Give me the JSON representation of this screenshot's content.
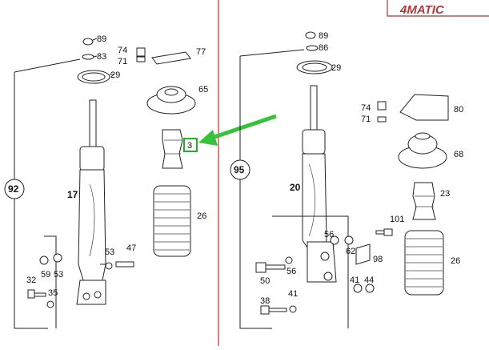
{
  "badge": {
    "text": "4MATIC"
  },
  "highlight": {
    "label": "3",
    "arrow_color": "#36c23a",
    "box_color": "#22b22a"
  },
  "left_panel": {
    "group_label": "92",
    "strut_label": "17",
    "callouts": [
      "89",
      "83",
      "29",
      "74",
      "71",
      "77",
      "65",
      "26",
      "53",
      "47",
      "59",
      "53",
      "32",
      "35"
    ]
  },
  "right_panel": {
    "group_label": "95",
    "strut_label": "20",
    "callouts": [
      "89",
      "86",
      "29",
      "74",
      "71",
      "80",
      "68",
      "23",
      "26",
      "101",
      "56",
      "62",
      "98",
      "50",
      "56",
      "41",
      "44",
      "38",
      "41"
    ]
  },
  "colors": {
    "divider": "#c0504d",
    "lines": "#222222",
    "highlight": "#2ecc40"
  }
}
